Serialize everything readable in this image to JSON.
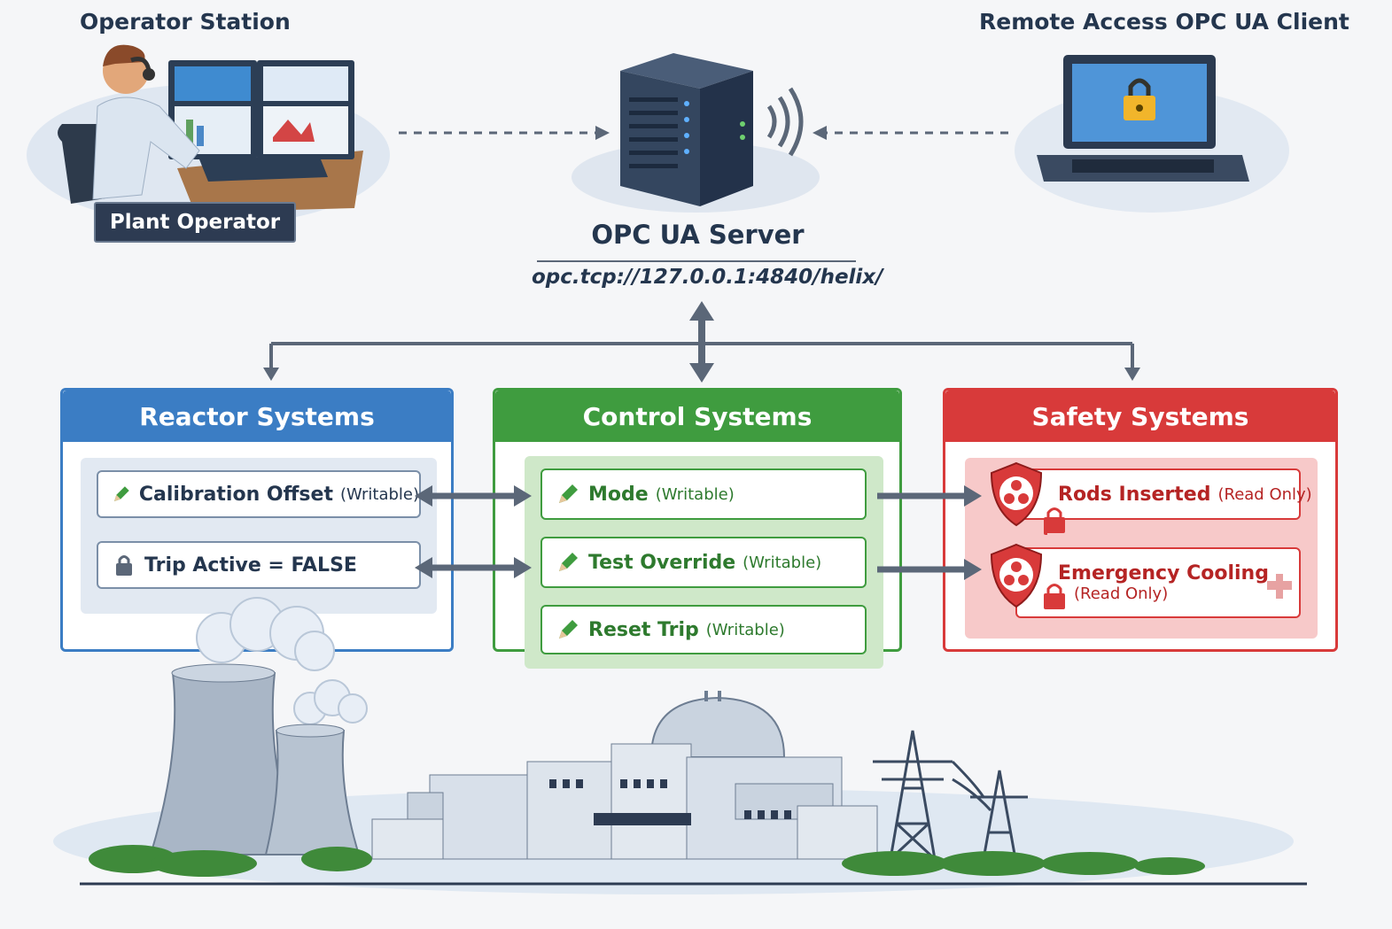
{
  "operator_station": {
    "title": "Operator Station",
    "badge": "Plant Operator"
  },
  "remote_client": {
    "title": "Remote Access OPC UA Client"
  },
  "server": {
    "title": "OPC UA Server",
    "endpoint": "opc.tcp://127.0.0.1:4840/helix/"
  },
  "reactor": {
    "title": "Reactor Systems",
    "color": "#3b7dc4",
    "items": [
      {
        "label": "Calibration Offset",
        "note": "(Writable)",
        "icon": "pencil-icon"
      },
      {
        "label": "Trip Active = FALSE",
        "note": "",
        "icon": "lock-icon"
      }
    ]
  },
  "control": {
    "title": "Control Systems",
    "color": "#3f9c3f",
    "items": [
      {
        "label": "Mode",
        "note": "(Writable)",
        "icon": "pencil-icon"
      },
      {
        "label": "Test Override",
        "note": "(Writable)",
        "icon": "pencil-icon"
      },
      {
        "label": "Reset Trip",
        "note": "(Writable)",
        "icon": "pencil-icon"
      }
    ]
  },
  "safety": {
    "title": "Safety Systems",
    "color": "#d83a3a",
    "items": [
      {
        "label": "Rods Inserted",
        "note": "(Read Only)",
        "icon": "shield-icon"
      },
      {
        "label": "Emergency Cooling",
        "note": "(Read Only)",
        "icon": "shield-icon"
      }
    ]
  }
}
